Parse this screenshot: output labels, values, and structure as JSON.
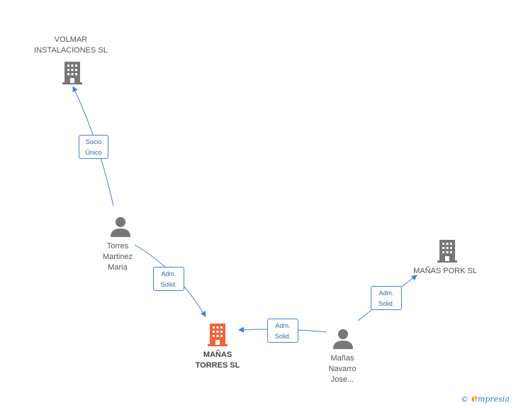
{
  "nodes": {
    "volmar": {
      "label": "VOLMAR\nINSTALACIONES SL",
      "type": "company"
    },
    "torres_maria": {
      "label": "Torres\nMartinez\nMaria",
      "type": "person"
    },
    "manas_torres": {
      "label": "MAÑAS\nTORRES SL",
      "type": "company",
      "highlight": true
    },
    "manas_pork": {
      "label": "MAÑAS PORK SL",
      "type": "company"
    },
    "manas_jose": {
      "label": "Mañas\nNavarro\nJose...",
      "type": "person"
    }
  },
  "edges": [
    {
      "from": "torres_maria",
      "to": "volmar",
      "label": "Socio\nÚnico"
    },
    {
      "from": "torres_maria",
      "to": "manas_torres",
      "label": "Adm.\nSolid."
    },
    {
      "from": "manas_jose",
      "to": "manas_torres",
      "label": "Adm.\nSolid."
    },
    {
      "from": "manas_jose",
      "to": "manas_pork",
      "label": "Adm.\nSolid."
    }
  ],
  "colors": {
    "edge": "#4a7fd0",
    "company": "#777777",
    "highlight": "#f0643c",
    "person": "#777777"
  },
  "brand": {
    "symbol": "©",
    "name_initial": "e",
    "name_rest": "mpresia"
  }
}
